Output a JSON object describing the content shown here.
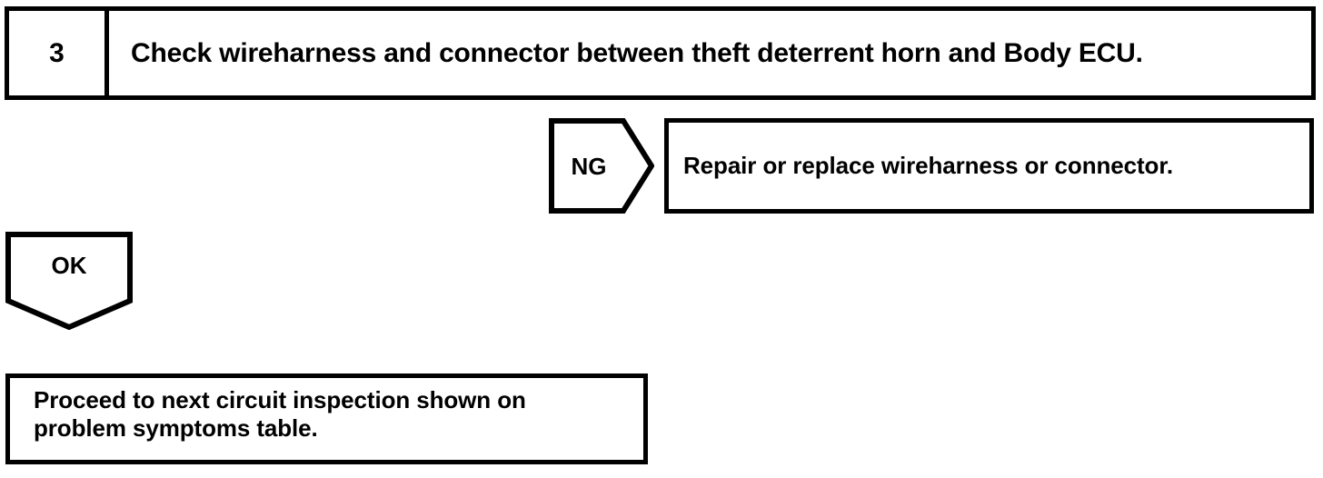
{
  "document": {
    "kind": "troubleshooting-flowchart",
    "ink_color": "#000000",
    "paper_color": "#ffffff"
  },
  "step": {
    "number": "3",
    "instruction": "Check wireharness and connector between theft deterrent horn and Body ECU."
  },
  "branches": {
    "ng": {
      "label": "NG",
      "shape": "pentagon-right",
      "result": "Repair or replace wireharness or connector."
    },
    "ok": {
      "label": "OK",
      "shape": "pentagon-down",
      "result": "Proceed to next circuit inspection shown on\nproblem symptoms table."
    }
  }
}
